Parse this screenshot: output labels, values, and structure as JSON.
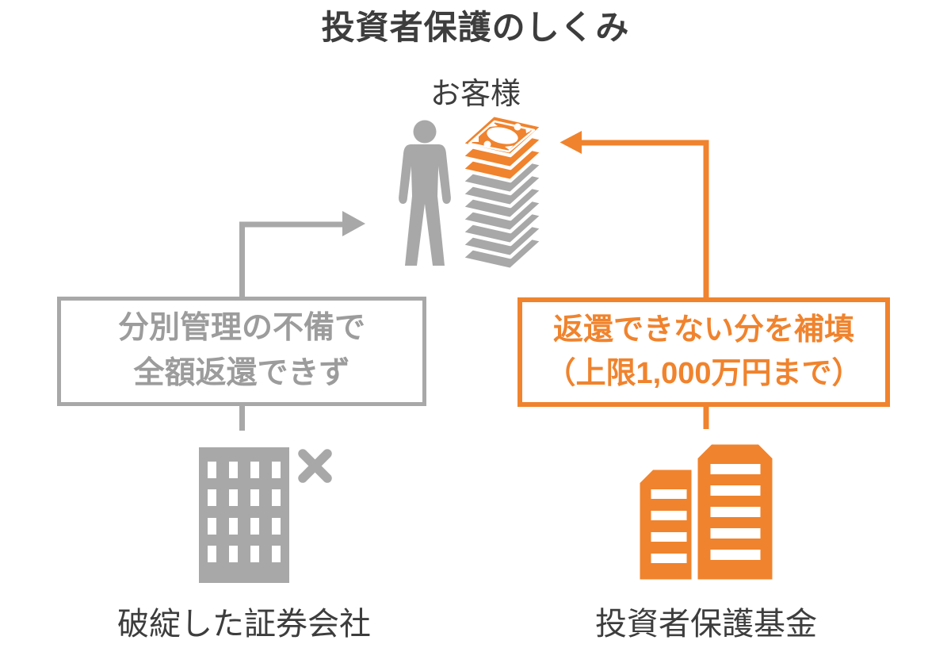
{
  "title": "投資者保護のしくみ",
  "customer": {
    "label": "お客様",
    "person_icon": "person-icon",
    "asset_icon": "banknote-stack-icon"
  },
  "left_flow": {
    "arrow_icon": "arrow-right-icon",
    "box_line1": "分別管理の不備で",
    "box_line2": "全額返還できず",
    "entity_label": "破綻した証券会社",
    "entity_icon": "failed-broker-building-icon",
    "status_icon": "cross-icon"
  },
  "right_flow": {
    "arrow_icon": "arrow-left-icon",
    "box_line1": "返還できない分を補填",
    "box_line2": "（上限1,000万円まで）",
    "entity_label": "投資者保護基金",
    "entity_icon": "protection-fund-buildings-icon"
  },
  "colors": {
    "orange": "#F0832D",
    "gray": "#A8A8A8",
    "dark_text": "#3D3D3D",
    "muted_text": "#9C9C9C",
    "background": "#FFFFFF"
  }
}
